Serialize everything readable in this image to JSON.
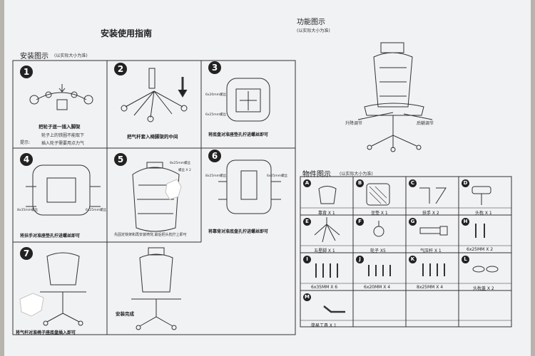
{
  "install": {
    "title": "安装使用指南",
    "section_title": "安装图示",
    "section_note": "(以实际大小为准)",
    "steps": [
      {
        "num": "1",
        "caption": "把轮子逐一插入脚架"
      },
      {
        "num": "2",
        "caption": "把气杆套入椅脚架的中间"
      },
      {
        "num": "3",
        "caption": "将底盘对准座垫孔拧进螺丝即可"
      },
      {
        "num": "4",
        "caption": "将扶手对准座垫孔拧进螺丝即可"
      },
      {
        "num": "5",
        "caption": "先固定铁架和再安装椅背,最后把头枕拧上即可"
      },
      {
        "num": "6",
        "caption": "将靠背对准底盘孔拧进螺丝即可"
      },
      {
        "num": "7",
        "caption": "将气杆对准椅子座底盘插入即可"
      },
      {
        "num": "",
        "caption": "安装完成"
      }
    ],
    "tip_label": "提示:",
    "tip1": "轮子上的铁圈不能取下",
    "tip2": "插入轮子需要用点力气",
    "screw_labels": {
      "s3a": "6x20mm螺丝",
      "s3b": "6x25mm螺丝",
      "s4a": "8x35mm螺丝",
      "s4b": "6x25mm螺丝",
      "s5a": "8x25mm螺丝",
      "s5b": "螺丝 X 2",
      "s6a": "8x25mm螺丝",
      "s6b": "6x25mm螺丝"
    }
  },
  "features": {
    "title": "功能图示",
    "note": "(以实际大小为准)",
    "lift": "升降调节",
    "tilt": "后躺调节"
  },
  "parts": {
    "title": "物件图示",
    "note": "(以实际大小为准)",
    "items": [
      {
        "letter": "A",
        "label": "靠背 X 1"
      },
      {
        "letter": "B",
        "label": "坐垫 X 1"
      },
      {
        "letter": "C",
        "label": "扶手 X 2"
      },
      {
        "letter": "D",
        "label": "头枕 X 1"
      },
      {
        "letter": "E",
        "label": "五星脚 X 1"
      },
      {
        "letter": "F",
        "label": "轮子 X5"
      },
      {
        "letter": "G",
        "label": "气压杆 X 1"
      },
      {
        "letter": "H",
        "label": "6x25MM X 2"
      },
      {
        "letter": "I",
        "label": "6x35MM X 6"
      },
      {
        "letter": "J",
        "label": "6x20MM X 4"
      },
      {
        "letter": "K",
        "label": "8x25MM X 4"
      },
      {
        "letter": "L",
        "label": "头枕盖 X 2"
      },
      {
        "letter": "M",
        "label": "简易工具 X 1"
      }
    ]
  }
}
